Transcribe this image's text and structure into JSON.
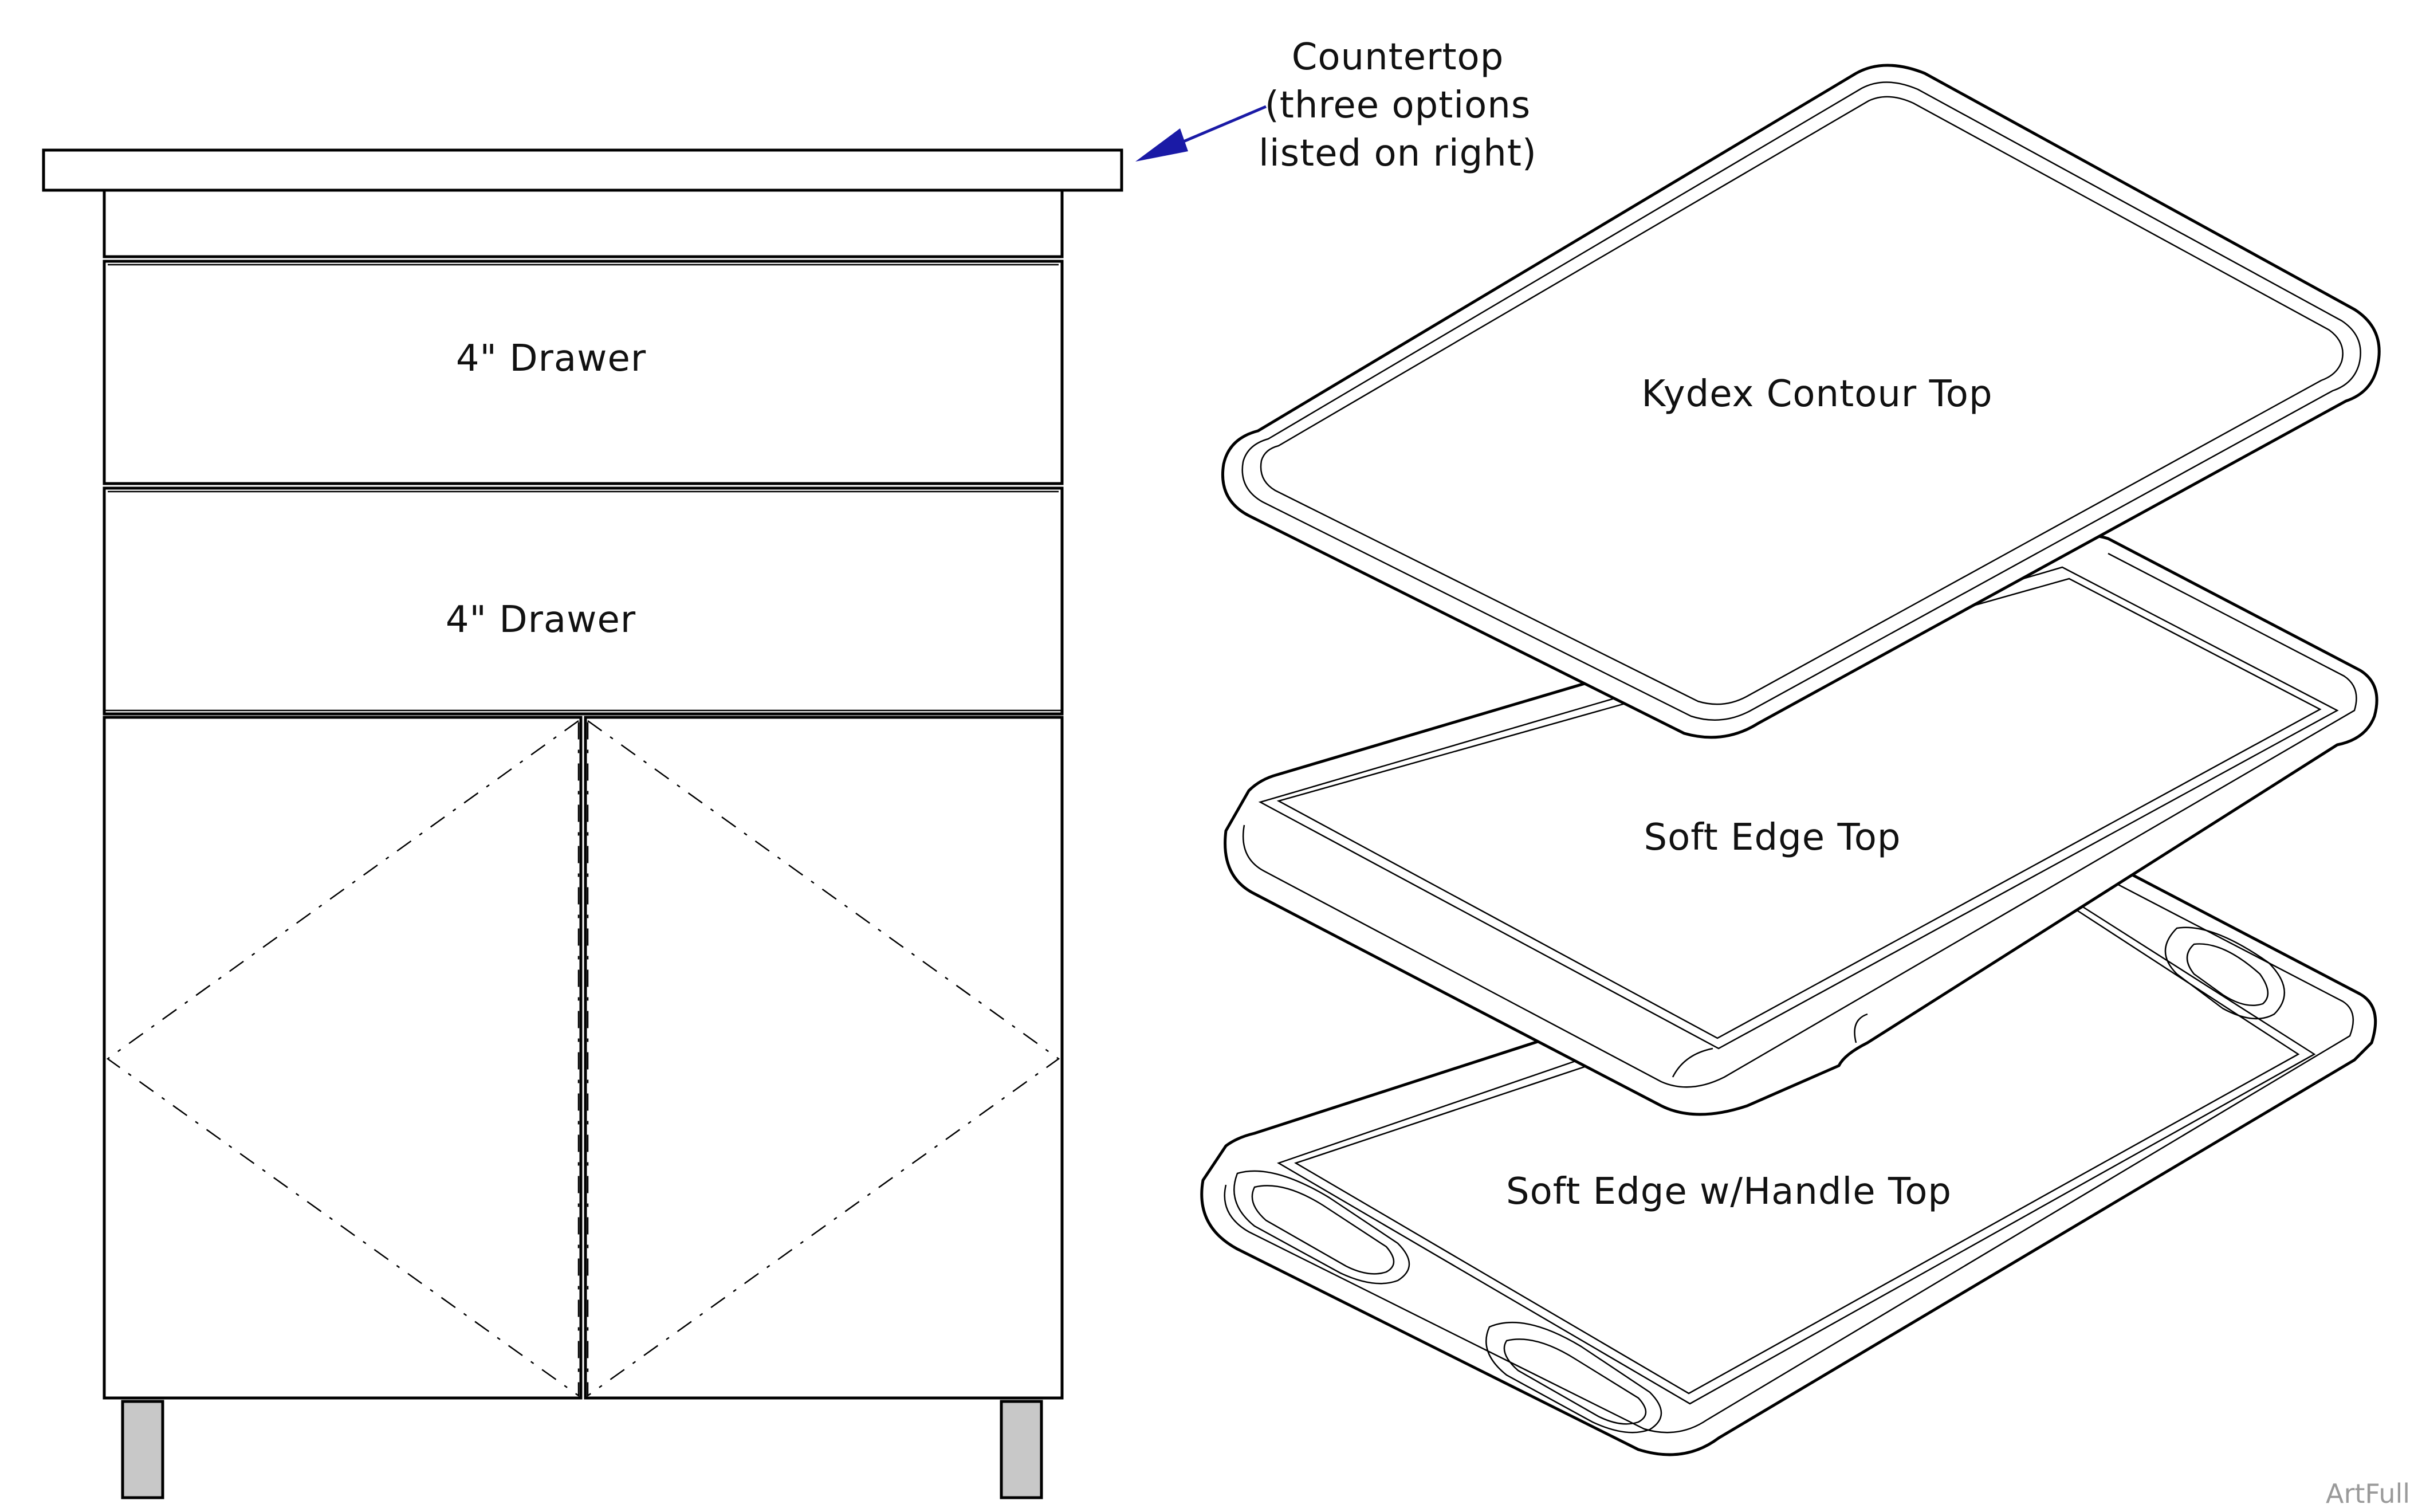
{
  "callout": {
    "line1": "Countertop",
    "line2": "(three options",
    "line3": "listed on right)",
    "arrow_color": "#1a1aa6"
  },
  "cabinet": {
    "drawer_1_label": "4\" Drawer",
    "drawer_2_label": "4\" Drawer",
    "door_count": 2,
    "leg_color": "#c8c8c8"
  },
  "tops": {
    "kydex_label": "Kydex Contour Top",
    "soft_edge_label": "Soft Edge Top",
    "handle_label": "Soft Edge w/Handle Top"
  },
  "watermark": "ArtFull"
}
